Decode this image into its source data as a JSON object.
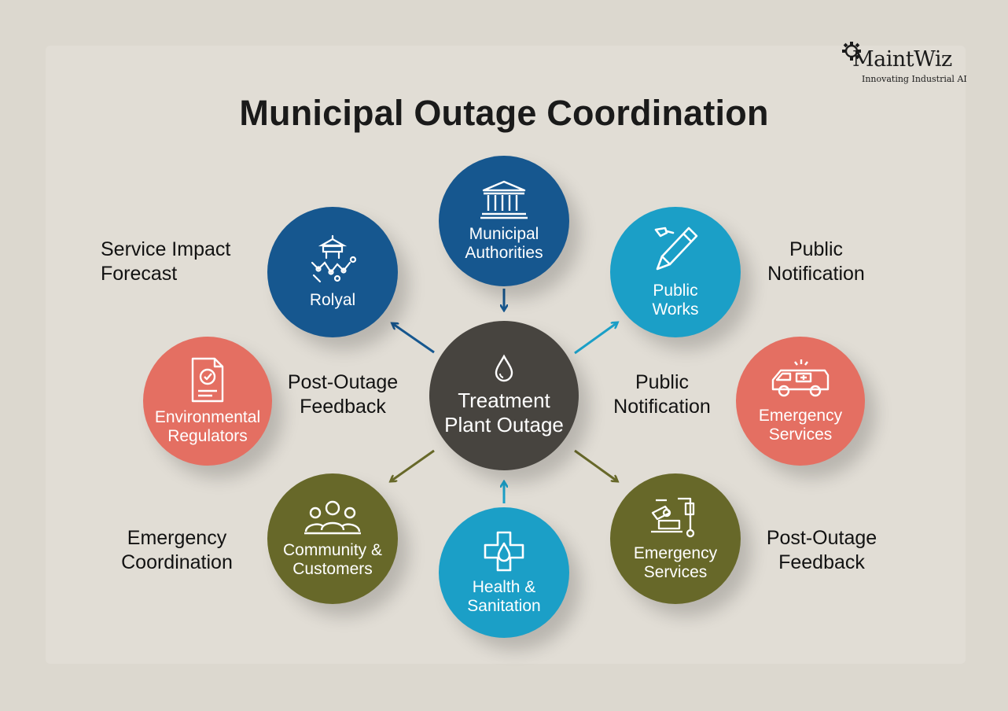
{
  "title": "Municipal Outage Coordination",
  "logo": {
    "brand": "MaintWiz",
    "tagline": "Innovating Industrial AI"
  },
  "colors": {
    "navy": "#16578f",
    "cyan": "#1b9fc7",
    "coral": "#e46f62",
    "olive": "#676829",
    "center": "#47443f",
    "background": "#dcd8cf"
  },
  "center": {
    "label": "Treatment\nPlant Outage",
    "icon": "water-drop-icon"
  },
  "nodes": {
    "municipal_authorities": {
      "label": "Municipal\nAuthorities",
      "icon": "government-building-icon"
    },
    "rolyal": {
      "label": "Rolyal",
      "icon": "water-tower-network-icon"
    },
    "public_works": {
      "label": "Public\nWorks",
      "icon": "wrench-tool-icon"
    },
    "environmental_regulators": {
      "label": "Environmental\nRegulators",
      "icon": "document-seal-icon"
    },
    "emergency_services_right": {
      "label": "Emergency\nServices",
      "icon": "ambulance-icon"
    },
    "community_customers": {
      "label": "Community &\nCustomers",
      "icon": "people-group-icon"
    },
    "health_sanitation": {
      "label": "Health &\nSanitation",
      "icon": "medical-cross-drop-icon"
    },
    "emergency_services_bottom": {
      "label": "Emergency\nServices",
      "icon": "medical-equipment-icon"
    }
  },
  "side_labels": {
    "service_impact": "Service Impact\nForecast",
    "public_notification_top": "Public\nNotification",
    "post_outage_left": "Post-Outage\nFeedback",
    "public_notification_mid": "Public\nNotification",
    "emergency_coordination": "Emergency\nCoordination",
    "post_outage_right": "Post-Outage\nFeedback"
  }
}
